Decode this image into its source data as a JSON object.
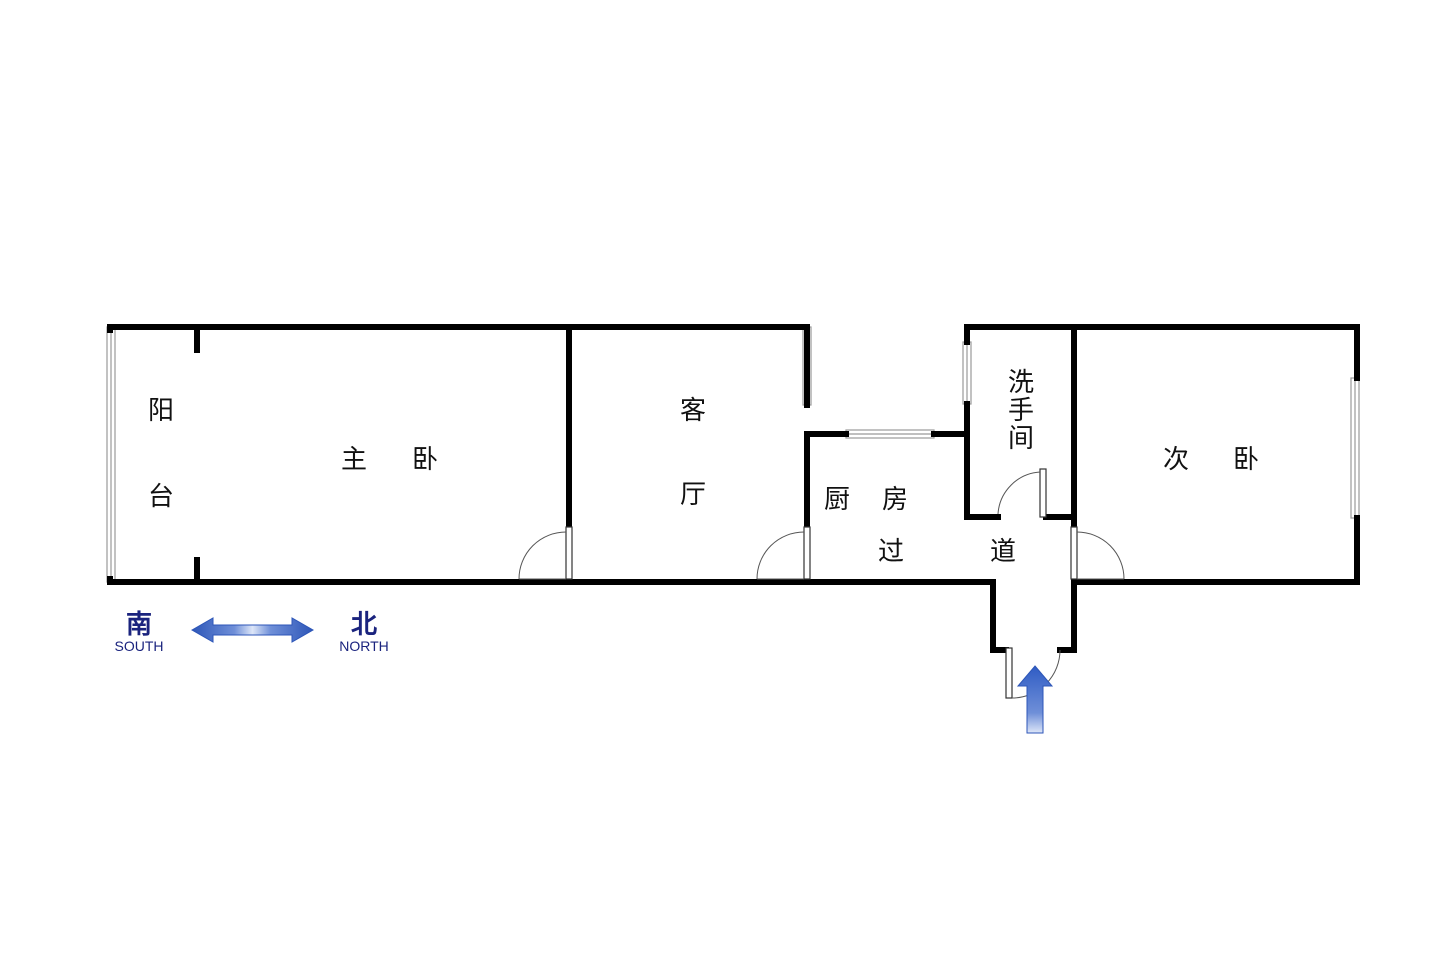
{
  "rooms": {
    "balcony": [
      "阳",
      "台"
    ],
    "master_bedroom": [
      "主",
      "卧"
    ],
    "living_room": [
      "客",
      "厅"
    ],
    "kitchen": [
      "厨",
      "房"
    ],
    "corridor": [
      "过",
      "道"
    ],
    "washroom": [
      "洗",
      "手",
      "间"
    ],
    "second_bedroom": [
      "次",
      "卧"
    ]
  },
  "compass": {
    "south_cn": "南",
    "south_en": "SOUTH",
    "north_cn": "北",
    "north_en": "NORTH"
  },
  "colors": {
    "wall": "#000000",
    "window_fill": "#ffffff",
    "compass_text": "#1a237e",
    "arrow_blue": "#3a66c9",
    "arrow_light": "#c4d4f2"
  }
}
